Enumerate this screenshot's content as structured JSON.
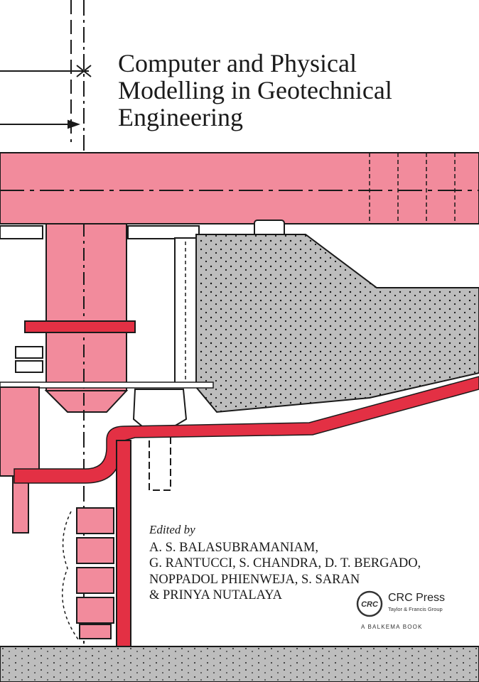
{
  "book": {
    "title_lines": [
      "Computer and Physical",
      "Modelling in Geotechnical",
      "Engineering"
    ],
    "edited_by": "Edited by",
    "editor_lines": [
      "A. S. BALASUBRAMANIAM,",
      "G. RANTUCCI, S. CHANDRA, D. T. BERGADO,",
      "NOPPADOL PHIENWEJA, S. SARAN",
      "& PRINYA NUTALAYA"
    ]
  },
  "publisher": {
    "logo_text": "CRC",
    "name": "CRC Press",
    "group": "Taylor & Francis Group",
    "imprint": "A BALKEMA BOOK"
  },
  "colors": {
    "pink": "#f28b9c",
    "red": "#e33044",
    "concrete": "#bdbdbd",
    "line": "#1a1a1a"
  },
  "icons": {
    "cover_art": "geotechnical-structure-drawing",
    "publisher_logo": "crc-logo-icon"
  }
}
